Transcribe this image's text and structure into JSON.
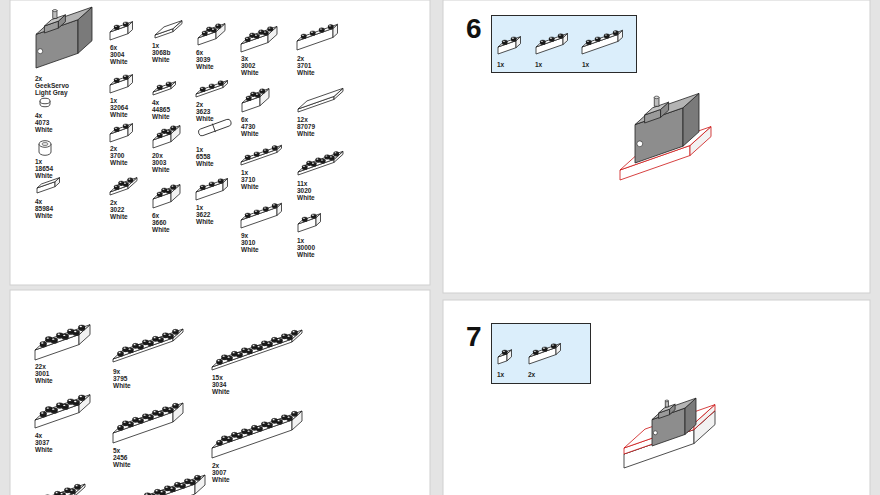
{
  "diagram": {
    "nodes": [
      {
        "text": [
          "1x",
          "1x",
          "1x"
        ]
      },
      {
        "text": [
          "1x",
          "2x"
        ]
      }
    ],
    "labels": [
      "2x GeekServo Light Gray",
      "4x 4073 White",
      "1x 18654 White",
      "4x 85984 White",
      "6x 3004 White",
      "1x 3068b White",
      "6x 3039 White",
      "3x 3002 White",
      "2x 3701 White",
      "1x 32064 White",
      "4x 44865 White",
      "2x 3623 White",
      "6x 4730 White",
      "12x 87079 White",
      "2x 3700 White",
      "20x 3003 White",
      "1x 6558 White",
      "1x 3710 White",
      "11x 3020 White",
      "2x 3022 White",
      "6x 3660 White",
      "1x 3622 White",
      "9x 3010 White",
      "1x 30000 White",
      "22x 3001 White",
      "9x 3795 White",
      "15x 3034 White",
      "4x 3037 White",
      "5x 2456 White",
      "2x 3007 White",
      "6",
      "7"
    ]
  }
}
